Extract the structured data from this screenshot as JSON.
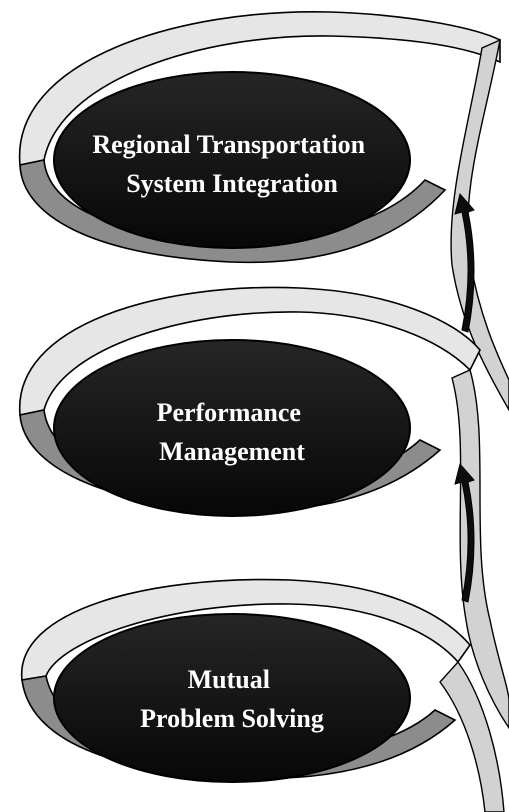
{
  "diagram": {
    "nodes": [
      {
        "line1": "Regional Transportation",
        "line2": "System Integration"
      },
      {
        "line1": "Performance",
        "line2": "Management"
      },
      {
        "line1": "Mutual",
        "line2": "Problem Solving"
      }
    ],
    "flow_direction": "bottom-to-top",
    "colors": {
      "ellipse_fill": "#111111",
      "ribbon_light": "#e6e6e6",
      "ribbon_dark": "#8c8c8c",
      "outline": "#000000",
      "arrow": "#0d0d0d",
      "text": "#ffffff"
    }
  }
}
